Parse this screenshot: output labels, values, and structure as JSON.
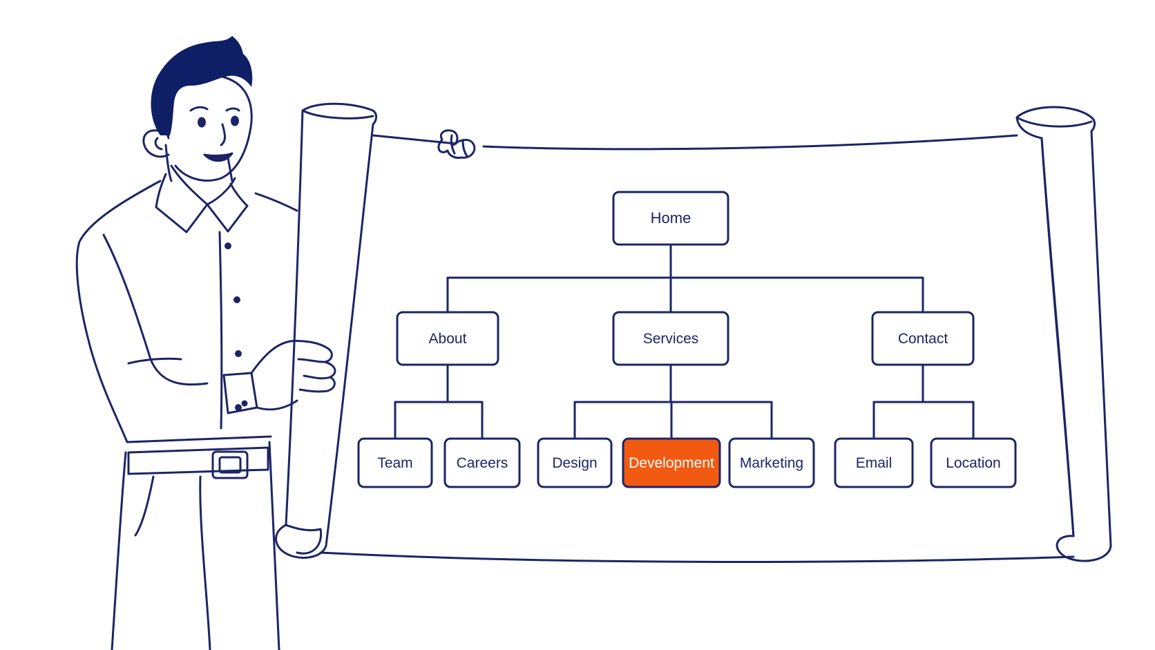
{
  "colors": {
    "ink": "#1c2466",
    "hair": "#0f1f66",
    "highlight": "#f25a12",
    "paper": "#ffffff"
  },
  "sitemap": {
    "root": {
      "label": "Home"
    },
    "sections": [
      {
        "label": "About",
        "children": [
          {
            "label": "Team"
          },
          {
            "label": "Careers"
          }
        ]
      },
      {
        "label": "Services",
        "children": [
          {
            "label": "Design"
          },
          {
            "label": "Development",
            "highlighted": true
          },
          {
            "label": "Marketing"
          }
        ]
      },
      {
        "label": "Contact",
        "children": [
          {
            "label": "Email"
          },
          {
            "label": "Location"
          }
        ]
      }
    ]
  }
}
